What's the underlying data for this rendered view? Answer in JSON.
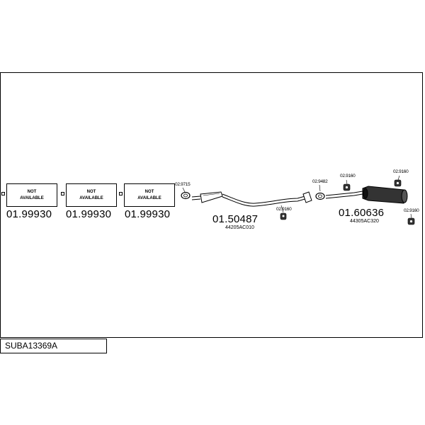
{
  "placeholders": [
    {
      "line1": "NOT",
      "line2": "AVAILABLE",
      "part_number": "01.99930"
    },
    {
      "line1": "NOT",
      "line2": "AVAILABLE",
      "part_number": "01.99930"
    },
    {
      "line1": "NOT",
      "line2": "AVAILABLE",
      "part_number": "01.99930"
    }
  ],
  "front_gasket": {
    "part_number": "02.9715"
  },
  "centre_pipe": {
    "part_number": "01.50487",
    "oem_number": "44205AC010"
  },
  "centre_mount": {
    "part_number": "02.9160"
  },
  "middle_gasket": {
    "part_number": "02.9482"
  },
  "rear_mounts": [
    {
      "part_number": "02.9160"
    },
    {
      "part_number": "02.9160"
    },
    {
      "part_number": "02.9160"
    }
  ],
  "rear_silencer": {
    "part_number": "01.60636",
    "oem_number": "44305AC320"
  },
  "kit_code": "SUBA13369A",
  "colors": {
    "line": "#000000",
    "background": "#ffffff",
    "part_fill": "#333333"
  }
}
